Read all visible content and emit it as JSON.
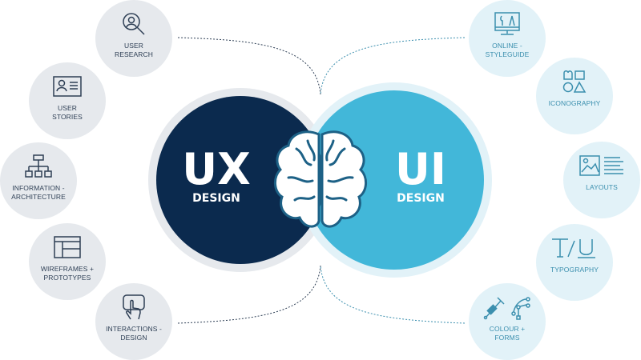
{
  "ux": {
    "title": "UX",
    "subtitle": "DESIGN"
  },
  "ui": {
    "title": "UI",
    "subtitle": "DESIGN"
  },
  "ux_items": [
    {
      "label": "USER\nRESEARCH",
      "icon": "user-search-icon"
    },
    {
      "label": "USER\nSTORIES",
      "icon": "user-card-icon"
    },
    {
      "label": "INFORMATION -\nARCHITECTURE",
      "icon": "sitemap-icon"
    },
    {
      "label": "WIREFRAMES +\nPROTOTYPES",
      "icon": "wireframe-icon"
    },
    {
      "label": "INTERACTIONS -\nDESIGN",
      "icon": "touch-icon"
    }
  ],
  "ui_items": [
    {
      "label": "ONLINE -\nSTYLEGUIDE",
      "icon": "monitor-tools-icon"
    },
    {
      "label": "ICONOGRAPHY",
      "icon": "shapes-icon"
    },
    {
      "label": "LAYOUTS",
      "icon": "image-text-icon"
    },
    {
      "label": "TYPOGRAPHY",
      "icon": "text-format-icon"
    },
    {
      "label": "COLOUR +\nFORMS",
      "icon": "pipette-vector-icon"
    }
  ],
  "colors": {
    "ux": "#0b2a4e",
    "ui": "#42b7d9",
    "overlap": "#1d6186",
    "ux_node": "#e6e9ed",
    "ui_node": "#e2f2f8"
  }
}
